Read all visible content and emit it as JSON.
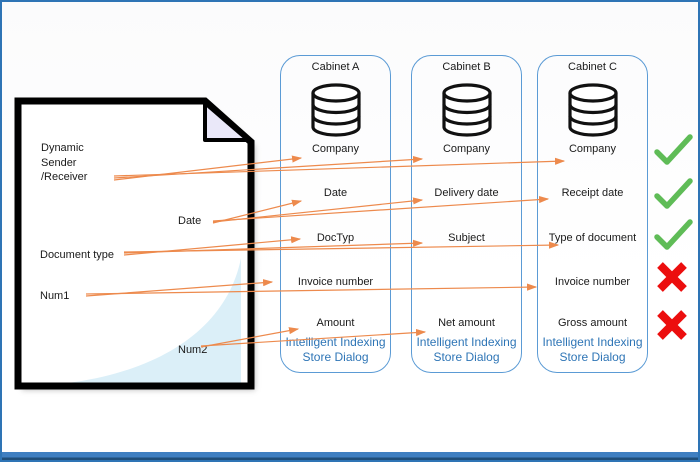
{
  "doc": {
    "sender_lines": [
      "Dynamic",
      "Sender",
      "/Receiver"
    ],
    "date_label": "Date",
    "doctype_label": "Document type",
    "num1_label": "Num1",
    "num2_label": "Num2"
  },
  "cabinets": [
    {
      "title": "Cabinet A",
      "fields": {
        "company": "Company",
        "date": "Date",
        "doctype": "DocTyp",
        "invoice": "Invoice number",
        "amount": "Amount"
      },
      "footer": [
        "Intelligent Indexing",
        "Store Dialog"
      ]
    },
    {
      "title": "Cabinet B",
      "fields": {
        "company": "Company",
        "date": "Delivery date",
        "doctype": "Subject",
        "amount": "Net amount"
      },
      "footer": [
        "Intelligent Indexing",
        "Store Dialog"
      ]
    },
    {
      "title": "Cabinet C",
      "fields": {
        "company": "Company",
        "date": "Receipt date",
        "doctype": "Type of document",
        "invoice": "Invoice number",
        "amount": "Gross amount"
      },
      "footer": [
        "Intelligent Indexing",
        "Store Dialog"
      ]
    }
  ],
  "marks": [
    {
      "row": "company",
      "type": "check"
    },
    {
      "row": "date",
      "type": "check"
    },
    {
      "row": "doctype",
      "type": "check"
    },
    {
      "row": "invoice",
      "type": "cross"
    },
    {
      "row": "amount",
      "type": "cross"
    }
  ],
  "colors": {
    "arrow": "#ED8A4D",
    "cabinet_border": "#5B9BD5",
    "footer_text": "#2E75B6",
    "check_green": "#5FBC57",
    "cross_red": "#EC0E0E",
    "frame_blue": "#2E74B5"
  },
  "arrows": [
    [
      112,
      178,
      299,
      156
    ],
    [
      112,
      176,
      420,
      157
    ],
    [
      112,
      174,
      562,
      159
    ],
    [
      211,
      221,
      299,
      199
    ],
    [
      211,
      220,
      420,
      198
    ],
    [
      211,
      219,
      546,
      197
    ],
    [
      122,
      253,
      298,
      237
    ],
    [
      122,
      251,
      420,
      241
    ],
    [
      122,
      250,
      556,
      243
    ],
    [
      84,
      294,
      270,
      280
    ],
    [
      84,
      292,
      534,
      285
    ],
    [
      199,
      345,
      296,
      327
    ],
    [
      199,
      344,
      423,
      330
    ]
  ]
}
